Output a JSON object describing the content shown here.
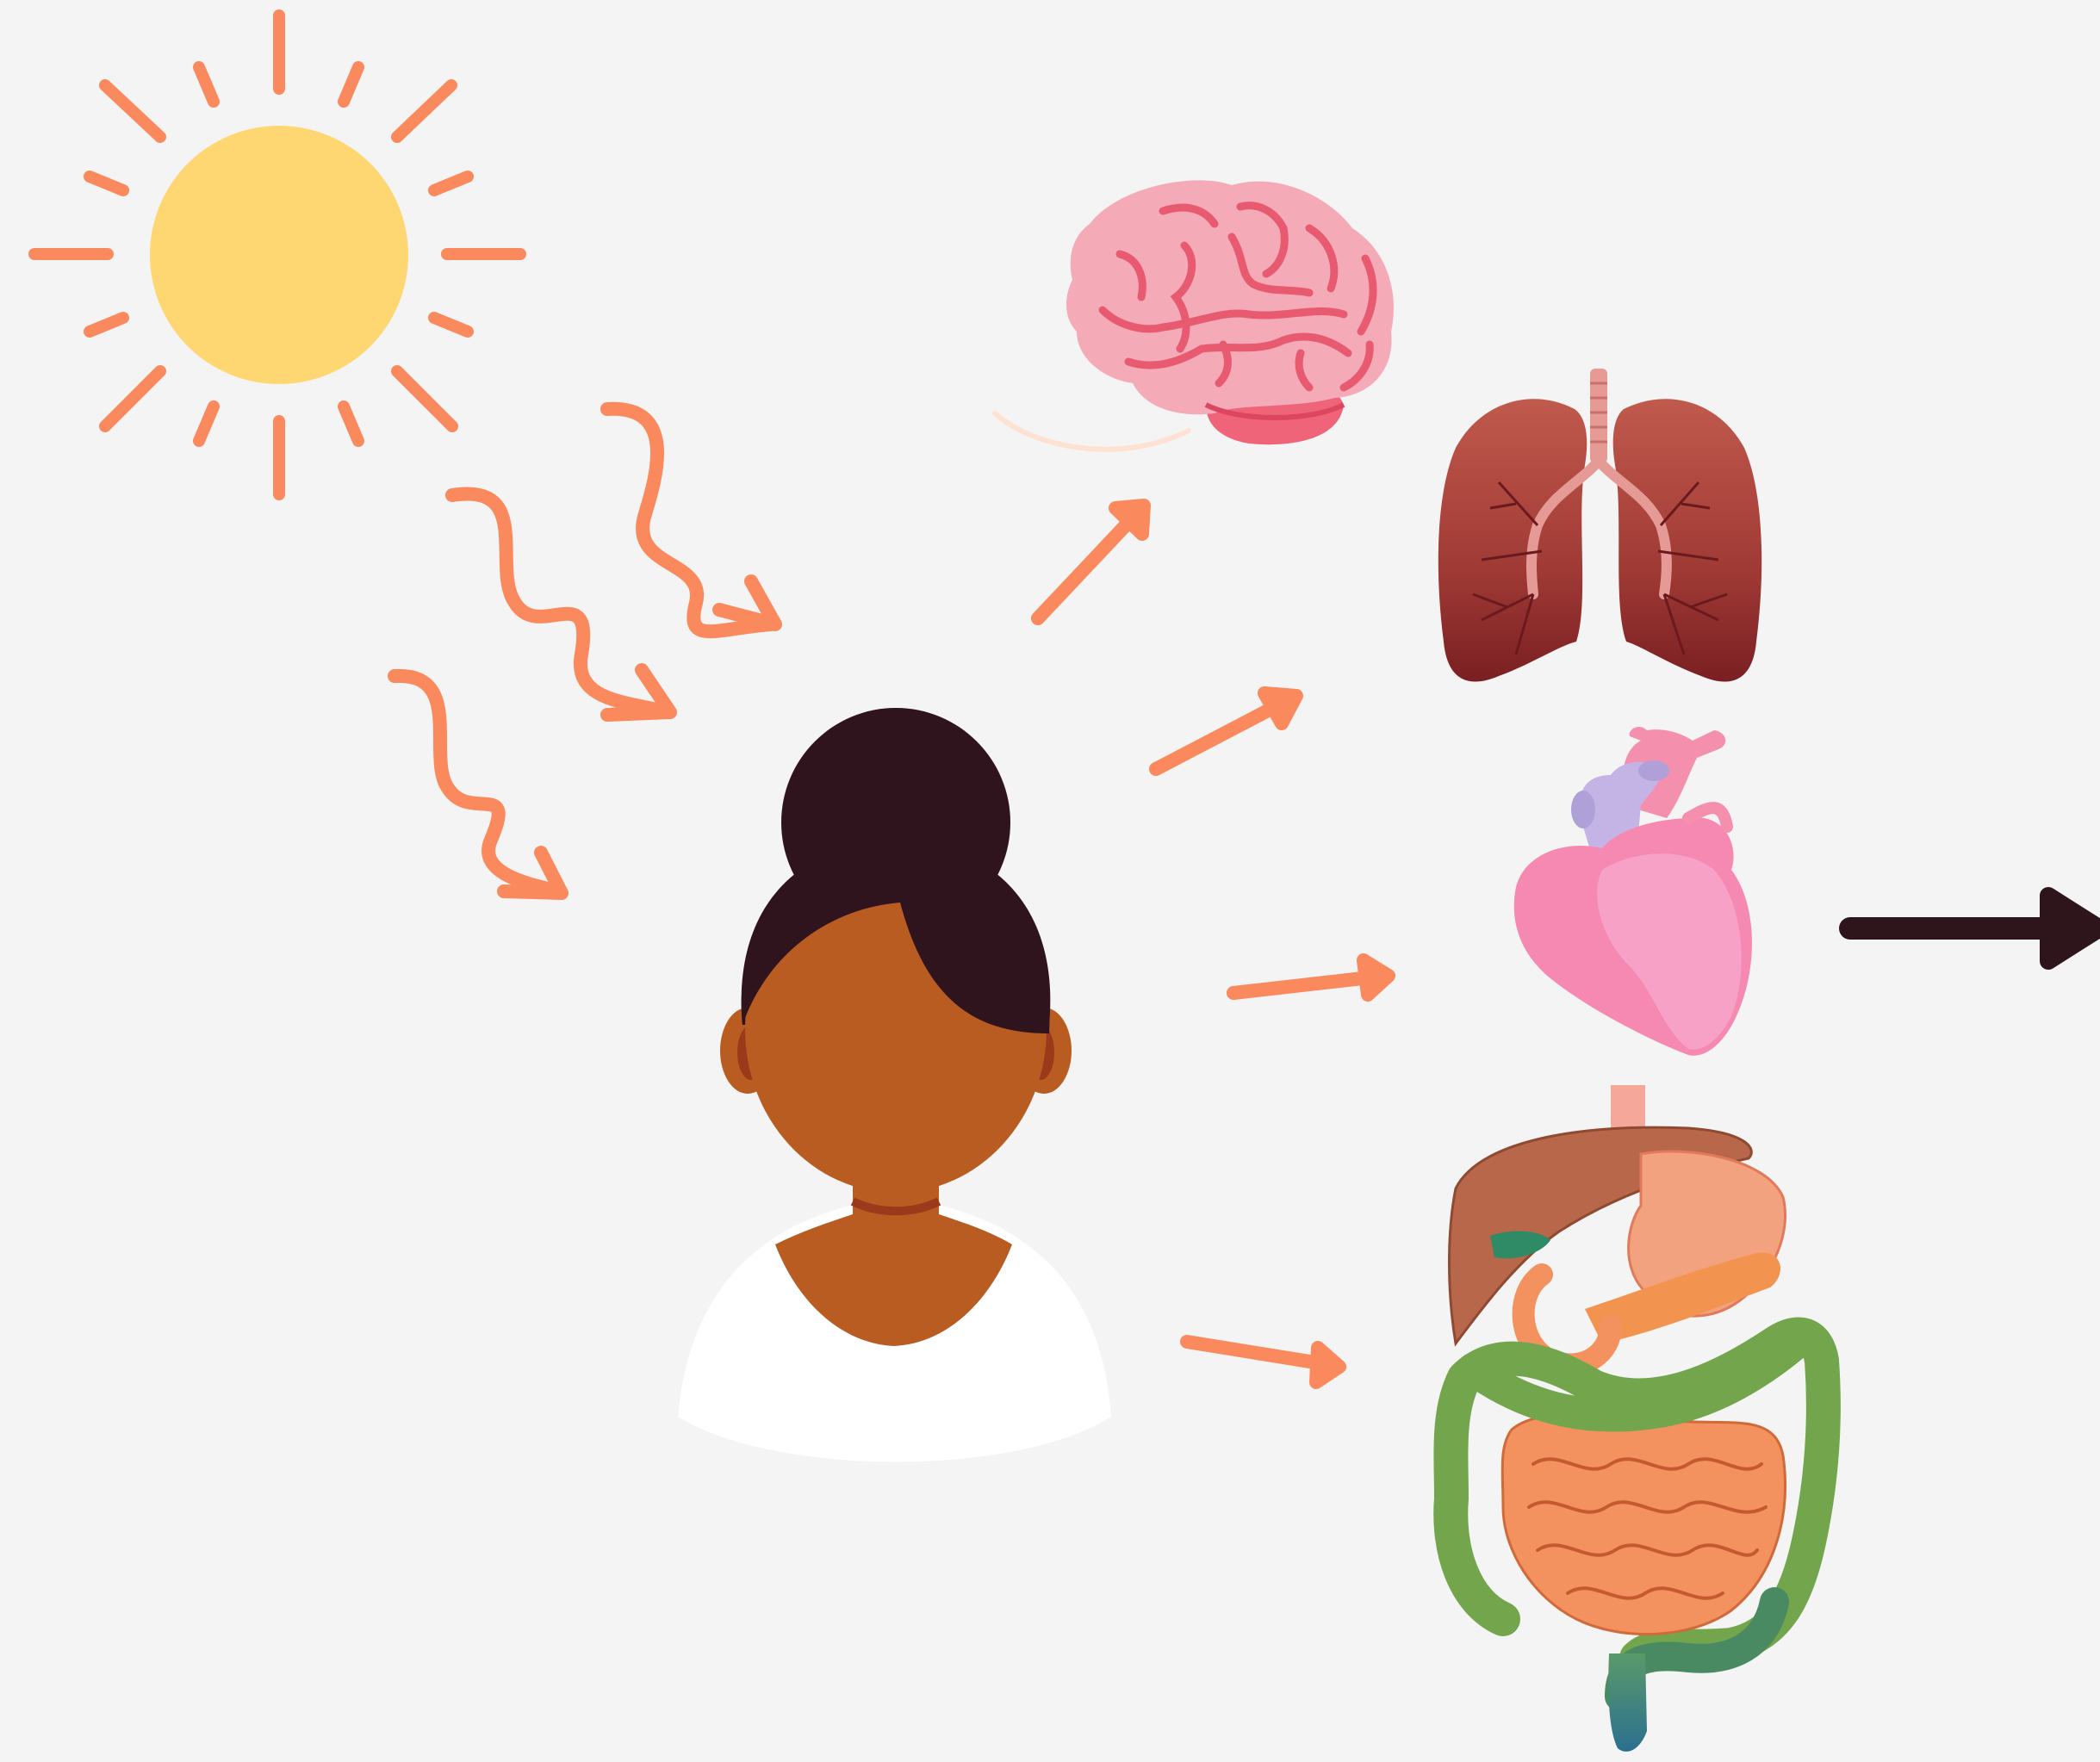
{
  "diagram": {
    "background": "#f4f4f4",
    "colors": {
      "sun": "#ffd772",
      "ray": "#fa8a5e",
      "arrow": "#fa8a5e",
      "dark_arrow": "#2e151c",
      "hair": "#30141d",
      "skin": "#b95c22",
      "ear_inner": "#9b3a1a",
      "shirt": "#ffffff",
      "brain": "#f5aab7",
      "brain_line": "#e85a70",
      "cerebellum": "#ef6478",
      "lung": "#a03a35",
      "lung_dark": "#7a1f22",
      "trachea": "#e59a96",
      "heart": "#f589b1",
      "heart_light": "#f7a1c7",
      "vein": "#c4b4e6",
      "artery": "#f58fae",
      "liver": "#b8674a",
      "stomach": "#f2a27e",
      "intestine": "#f3925f",
      "colon": "#73a54c",
      "rectum": "#2b6f90"
    },
    "nodes": [
      {
        "id": "sun",
        "icon": "sun-icon"
      },
      {
        "id": "person",
        "icon": "person-icon"
      },
      {
        "id": "brain",
        "icon": "brain-icon"
      },
      {
        "id": "lungs",
        "icon": "lungs-icon"
      },
      {
        "id": "heart",
        "icon": "heart-icon"
      },
      {
        "id": "digestive-system",
        "icon": "digestive-system-icon"
      }
    ],
    "edges": [
      {
        "from": "sun",
        "to": "person",
        "style": "wavy"
      },
      {
        "from": "sun",
        "to": "person",
        "style": "wavy"
      },
      {
        "from": "sun",
        "to": "person",
        "style": "wavy"
      },
      {
        "from": "person",
        "to": "brain",
        "style": "straight"
      },
      {
        "from": "person",
        "to": "lungs",
        "style": "straight"
      },
      {
        "from": "person",
        "to": "heart",
        "style": "straight"
      },
      {
        "from": "person",
        "to": "digestive-system",
        "style": "straight"
      },
      {
        "from": "heart",
        "to": "offscreen",
        "style": "straight-dark"
      }
    ]
  }
}
